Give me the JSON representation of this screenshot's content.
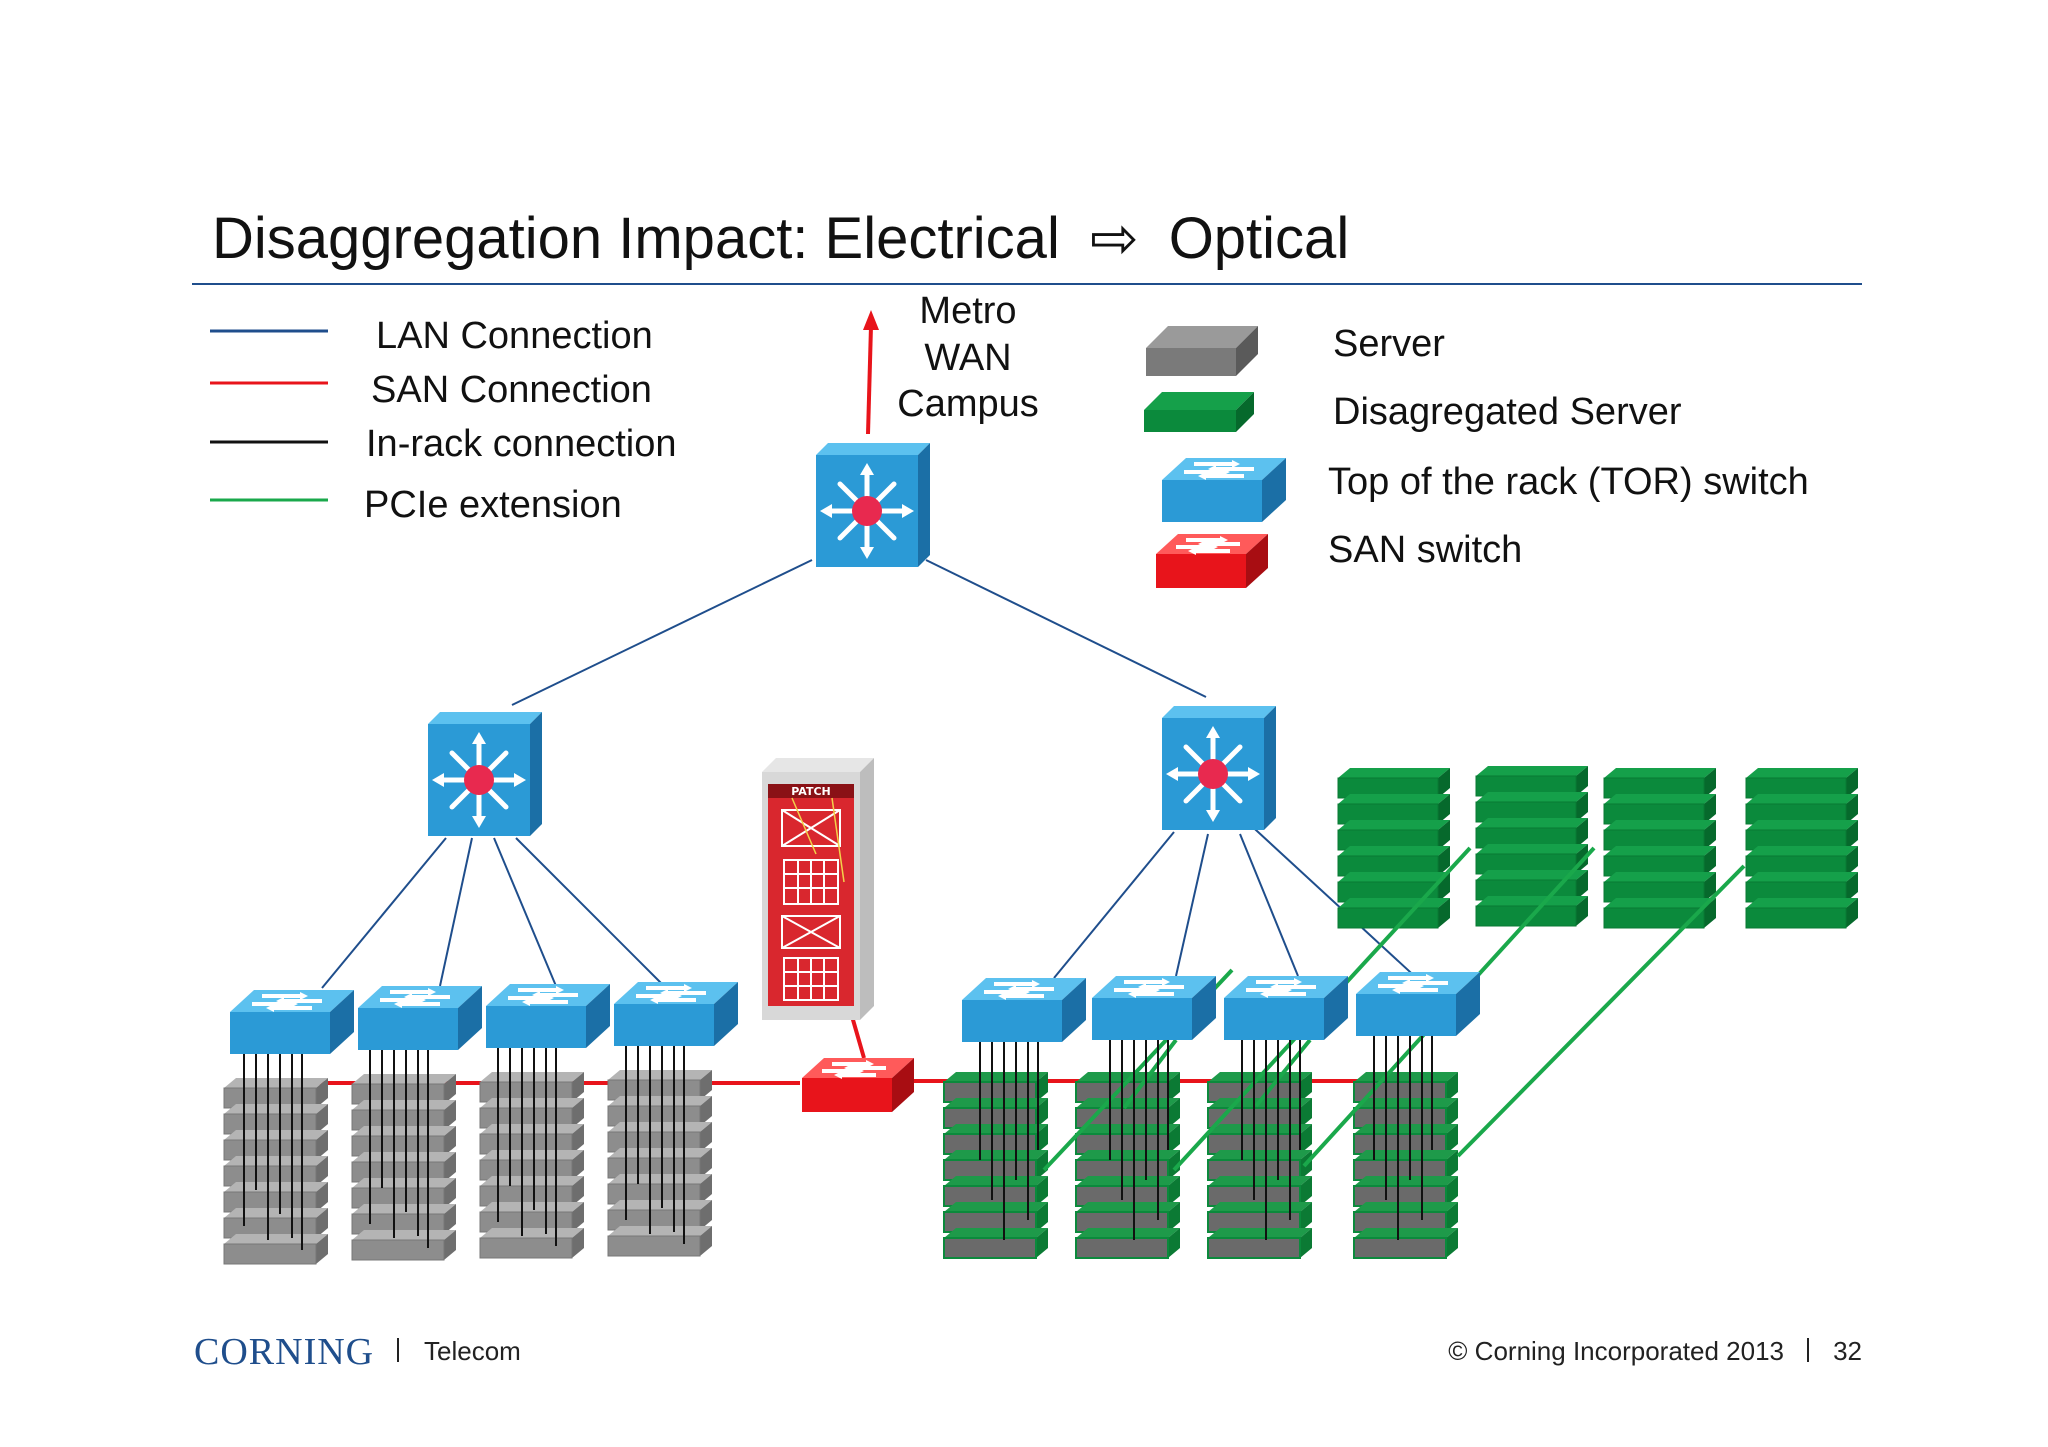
{
  "slide": {
    "title_prefix": "Disaggregation Impact: Electrical",
    "title_suffix": "Optical",
    "arrow_glyph": "⇨",
    "page_number": "32"
  },
  "legend_lines": [
    {
      "label": "LAN Connection",
      "color": "#1f4e8c"
    },
    {
      "label": "SAN Connection",
      "color": "#e8141b"
    },
    {
      "label": "In-rack connection",
      "color": "#111111"
    },
    {
      "label": "PCIe extension",
      "color": "#1aa84b"
    }
  ],
  "legend_icons": [
    {
      "label": "Server",
      "icon": "server-icon"
    },
    {
      "label": "Disagregated Server",
      "icon": "disaggregated-server-icon"
    },
    {
      "label": "Top of the rack (TOR) switch",
      "icon": "tor-switch-icon"
    },
    {
      "label": "SAN switch",
      "icon": "san-switch-icon"
    }
  ],
  "upstream": {
    "lines": [
      "Metro",
      "WAN",
      "Campus"
    ]
  },
  "patch_panel": {
    "label": "PATCH"
  },
  "footer": {
    "logo": "CORNING",
    "division": "Telecom",
    "copyright": "© Corning Incorporated 2013"
  },
  "colors": {
    "lan": "#1f4e8c",
    "san": "#e8141b",
    "in_rack": "#111111",
    "pcie": "#1aa84b",
    "switch_blue": "#2b9ad6",
    "server_gray": "#8a8a8a",
    "disaggregated_green": "#0b8a3c"
  }
}
